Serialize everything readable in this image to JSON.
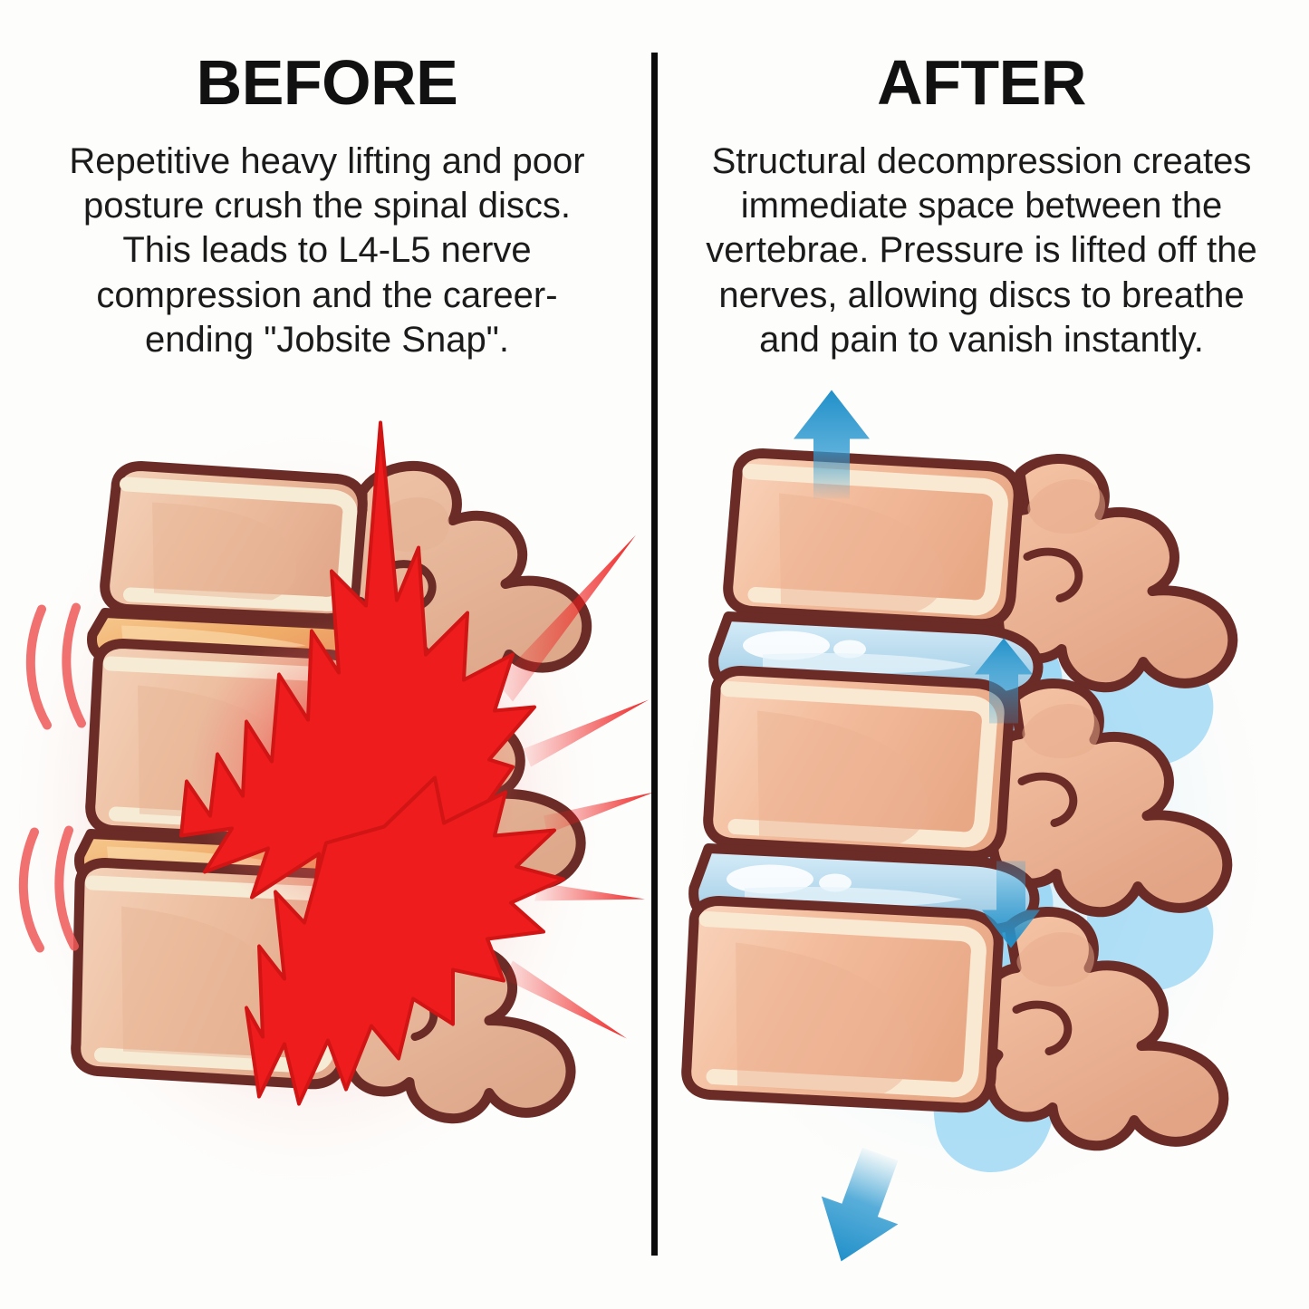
{
  "page": {
    "background_color": "#fdfdfb",
    "divider_color": "#0b0b0b"
  },
  "panels": {
    "before": {
      "heading": "BEFORE",
      "body": "Repetitive heavy lifting and poor posture crush the spinal discs. This leads to L4-L5 nerve compression and the career-ending \"Jobsite Snap\".",
      "illustration": {
        "name": "compressed-lumbar-spine-with-pain-burst",
        "description": "Side view of three lumbar vertebrae with thin, bulging orange intervertebral discs, surrounded by a red pain aura, a jagged red starburst at the L4-L5 level, red radiating spikes and two curved red motion arcs on the anterior border.",
        "colors": {
          "bone_fill": "#edbb9b",
          "bone_fill_light": "#f2cbb0",
          "bone_shadow": "#ddab8d",
          "cortical_rim": "#f6ecd6",
          "outline": "#6b2b26",
          "disc_compressed": "#f0ad6a",
          "disc_compressed_light": "#f6c88f",
          "pain_red": "#ee1c1c",
          "pain_red_dark": "#c81616",
          "aura": "#f05a5a"
        },
        "vertebra_count": 3,
        "disc_count": 2,
        "burst_count": 2,
        "motion_arc_count": 4,
        "spike_count": 5
      }
    },
    "after": {
      "heading": "AFTER",
      "body": "Structural decompression creates immediate space between the vertebrae. Pressure is lifted off the nerves, allowing discs to breathe and pain to vanish instantly.",
      "illustration": {
        "name": "decompressed-lumbar-spine-with-traction-arrows",
        "description": "Side view of three lumbar vertebrae with healthy, tall, hydrated blue intervertebral discs, surrounded by a soft blue glow. A large blue arrow points up above the top vertebra and a large blue arrow points down below the bottom vertebra; two smaller blue arrows sit in the open foramina showing space created.",
        "colors": {
          "bone_fill": "#f2b795",
          "bone_fill_light": "#f7cdb2",
          "bone_shadow": "#e3a586",
          "cortical_rim": "#fae9d2",
          "outline": "#6b2b26",
          "disc_blue": "#a8cfe6",
          "disc_blue_light": "#d6ecf8",
          "disc_highlight": "#ffffff",
          "arrow_blue": "#2f9ad1",
          "arrow_blue_dark": "#1d7fb5",
          "foramen_blue": "#9fd8f5",
          "glow": "#bfe4f7"
        },
        "vertebra_count": 3,
        "disc_count": 2,
        "arrows": [
          {
            "name": "traction-arrow-up-top",
            "direction": "up",
            "size": "large"
          },
          {
            "name": "foramen-arrow-up-upper",
            "direction": "up",
            "size": "small"
          },
          {
            "name": "foramen-arrow-down-lower",
            "direction": "down",
            "size": "small"
          },
          {
            "name": "traction-arrow-down-bottom",
            "direction": "down",
            "size": "large"
          }
        ]
      }
    }
  }
}
